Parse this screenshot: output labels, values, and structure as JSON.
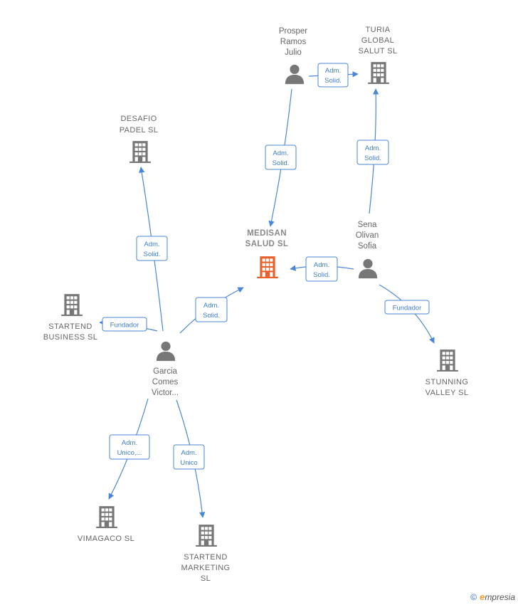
{
  "companies": {
    "medisan": [
      "MEDISAN",
      "SALUD  SL"
    ],
    "turia": [
      "TURIA",
      "GLOBAL",
      "SALUT  SL"
    ],
    "desafio": [
      "DESAFIO",
      "PADEL  SL"
    ],
    "startend_business": [
      "STARTEND",
      "BUSINESS  SL"
    ],
    "stunning": [
      "STUNNING",
      "VALLEY  SL"
    ],
    "vimagaco": [
      "VIMAGACO  SL"
    ],
    "startend_marketing": [
      "STARTEND",
      "MARKETING",
      "SL"
    ]
  },
  "persons": {
    "prosper": [
      "Prosper",
      "Ramos",
      "Julio"
    ],
    "sena": [
      "Sena",
      "Olivan",
      "Sofia"
    ],
    "garcia": [
      "Garcia",
      "Comes",
      "Victor..."
    ]
  },
  "edges": {
    "prosper_turia": [
      "Adm.",
      "Solid."
    ],
    "prosper_medisan": [
      "Adm.",
      "Solid."
    ],
    "sena_turia": [
      "Adm.",
      "Solid."
    ],
    "sena_medisan": [
      "Adm.",
      "Solid."
    ],
    "sena_stunning": [
      "Fundador"
    ],
    "garcia_desafio": [
      "Adm.",
      "Solid."
    ],
    "garcia_medisan": [
      "Adm.",
      "Solid."
    ],
    "garcia_startend_business": [
      "Fundador"
    ],
    "garcia_vimagaco": [
      "Adm.",
      "Unico,..."
    ],
    "garcia_startend_marketing": [
      "Adm.",
      "Unico"
    ]
  },
  "colors": {
    "edge": "#4a86d6",
    "building": "#777777",
    "main_building": "#e8602c",
    "person": "#777777"
  },
  "footer": {
    "copyright": "©",
    "brand_e": "e",
    "brand_rest": "mpresia"
  }
}
